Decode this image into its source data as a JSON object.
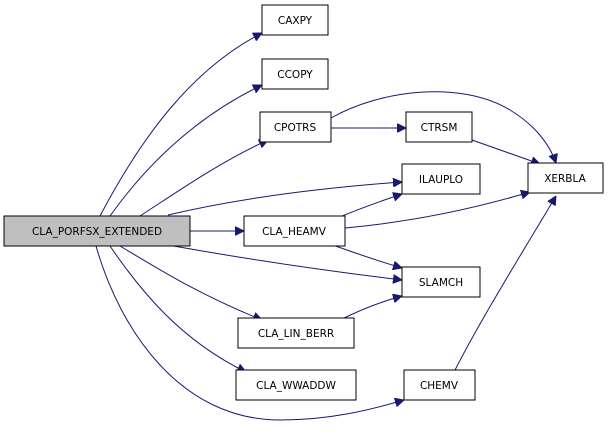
{
  "colors": {
    "edge": "#191970",
    "node_fill": "#ffffff",
    "root_fill": "#bfbfbf",
    "border": "#000000"
  },
  "nodes": {
    "root": "CLA_PORFSX_EXTENDED",
    "caxpy": "CAXPY",
    "ccopy": "CCOPY",
    "cpotrs": "CPOTRS",
    "ctrsm": "CTRSM",
    "xerbla": "XERBLA",
    "ilauplo": "ILAUPLO",
    "cla_heamv": "CLA_HEAMV",
    "slamch": "SLAMCH",
    "cla_lin_berr": "CLA_LIN_BERR",
    "cla_wwaddw": "CLA_WWADDW",
    "chemv": "CHEMV"
  },
  "edges": [
    [
      "root",
      "caxpy"
    ],
    [
      "root",
      "ccopy"
    ],
    [
      "root",
      "cpotrs"
    ],
    [
      "root",
      "ilauplo"
    ],
    [
      "root",
      "cla_heamv"
    ],
    [
      "root",
      "slamch"
    ],
    [
      "root",
      "cla_lin_berr"
    ],
    [
      "root",
      "cla_wwaddw"
    ],
    [
      "root",
      "chemv"
    ],
    [
      "cpotrs",
      "ctrsm"
    ],
    [
      "cpotrs",
      "xerbla"
    ],
    [
      "ctrsm",
      "xerbla"
    ],
    [
      "cla_heamv",
      "ilauplo"
    ],
    [
      "cla_heamv",
      "xerbla"
    ],
    [
      "cla_heamv",
      "slamch"
    ],
    [
      "cla_lin_berr",
      "slamch"
    ],
    [
      "chemv",
      "xerbla"
    ]
  ]
}
